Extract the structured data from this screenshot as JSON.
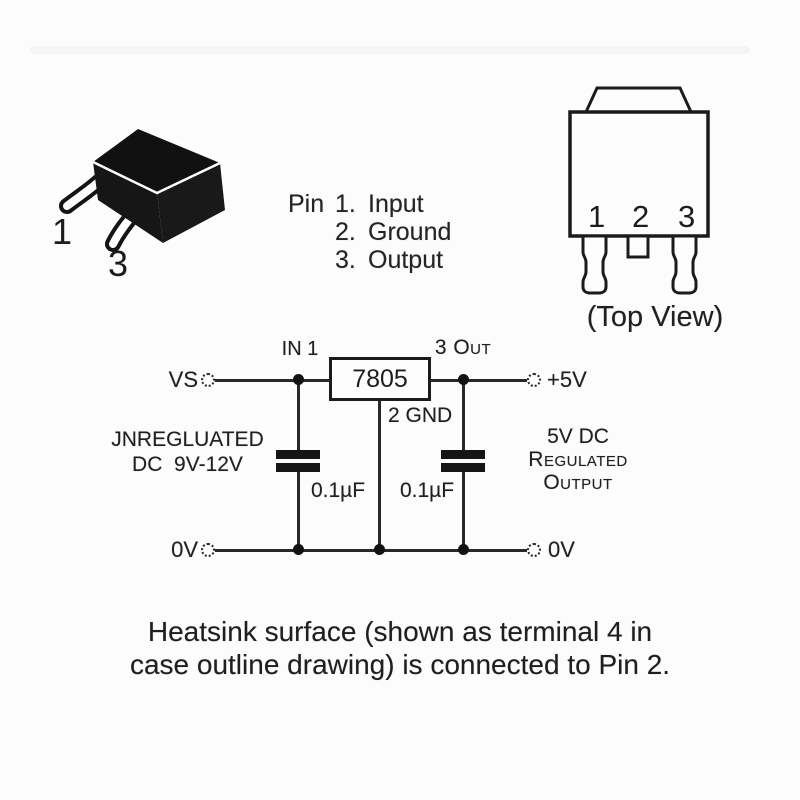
{
  "package_3d": {
    "pin1_label": "1",
    "pin3_label": "3"
  },
  "pin_list": {
    "prefix": "Pin",
    "items": [
      {
        "num": "1.",
        "name": "Input"
      },
      {
        "num": "2.",
        "name": "Ground"
      },
      {
        "num": "3.",
        "name": "Output"
      }
    ]
  },
  "top_view": {
    "pin_labels": [
      "1",
      "2",
      "3"
    ],
    "caption": "(Top View)"
  },
  "schematic": {
    "regulator_label": "7805",
    "in_label": "IN 1",
    "out_label": "3 Out",
    "gnd_label": "2 GND",
    "vs_label": "VS",
    "plus5v_label": "+5V",
    "ov_left_label": "0V",
    "ov_right_label": "0V",
    "cap1_label": "0.1µF",
    "cap2_label": "0.1µF",
    "input_note_line1": "JNREGLUATED",
    "input_note_line2": "DC  9V-12V",
    "output_note_line1": "5V DC",
    "output_note_line2": "Regulated",
    "output_note_line3": "Output"
  },
  "footer": {
    "line1": "Heatsink surface (shown as terminal 4 in",
    "line2": "case outline drawing) is connected to Pin 2."
  },
  "colors": {
    "ink": "#1d1d1d",
    "background": "#fcfcfc"
  }
}
